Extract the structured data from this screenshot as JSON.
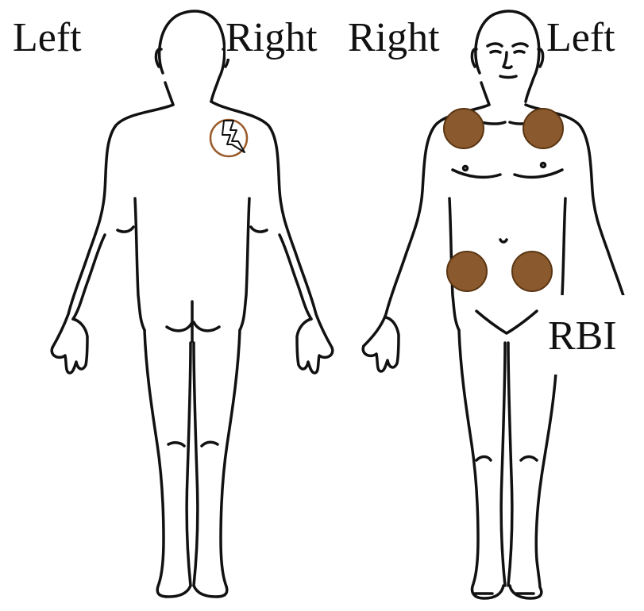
{
  "labels": {
    "back_left": "Left",
    "back_right": "Right",
    "front_right": "Right",
    "front_left": "Left",
    "annotation": "RBI"
  },
  "colors": {
    "outline": "#111111",
    "marker_fill": "#8a5a2e",
    "marker_stroke": "#5a3512",
    "pain_ring": "#9a5a2a"
  },
  "markers": {
    "front_count": 4,
    "back_pain_icon": "lightning-bolt-icon"
  }
}
